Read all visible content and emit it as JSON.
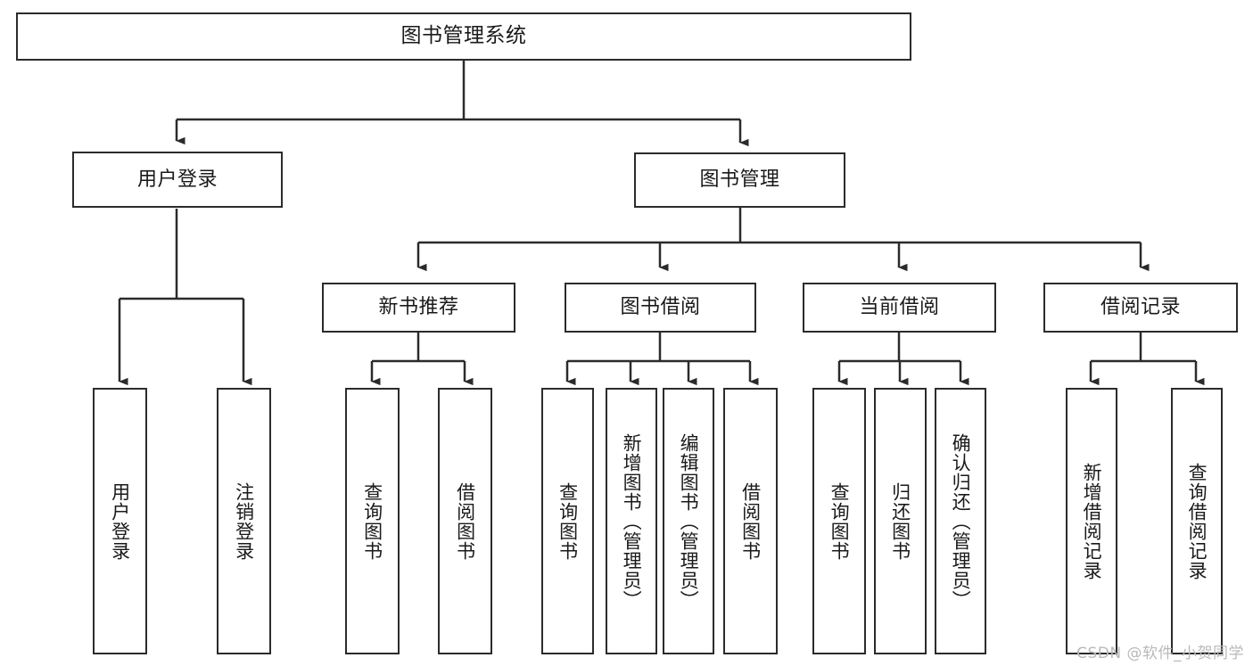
{
  "diagram": {
    "title": "图书管理系统",
    "type": "tree",
    "watermark": "CSDN @软件_小贺同学",
    "colors": {
      "box_border": "#2b2b2b",
      "box_fill": "#ffffff",
      "connector": "#2b2b2b",
      "background": "#ffffff",
      "watermark_text": "#b9b9b9"
    },
    "levels": {
      "root": "图书管理系统",
      "level2": [
        "用户登录",
        "图书管理"
      ],
      "level3": [
        "新书推荐",
        "图书借阅",
        "当前借阅",
        "借阅记录"
      ]
    },
    "nodes": {
      "root": {
        "label": "图书管理系统"
      },
      "user_login": {
        "label": "用户登录"
      },
      "book_manage": {
        "label": "图书管理"
      },
      "new_book_rec": {
        "label": "新书推荐"
      },
      "book_borrow": {
        "label": "图书借阅"
      },
      "current_borrow": {
        "label": "当前借阅"
      },
      "borrow_record": {
        "label": "借阅记录"
      }
    },
    "leaves": {
      "user_login": [
        {
          "label": "用户登录"
        },
        {
          "label": "注销登录"
        }
      ],
      "new_book_rec": [
        {
          "label": "查询图书"
        },
        {
          "label": "借阅图书"
        }
      ],
      "book_borrow": [
        {
          "label": "查询图书"
        },
        {
          "label": "新增图书（管理员）"
        },
        {
          "label": "编辑图书（管理员）"
        },
        {
          "label": "借阅图书"
        }
      ],
      "current_borrow": [
        {
          "label": "查询图书"
        },
        {
          "label": "归还图书"
        },
        {
          "label": "确认归还（管理员）"
        }
      ],
      "borrow_record": [
        {
          "label": "新增借阅记录"
        },
        {
          "label": "查询借阅记录"
        }
      ]
    }
  }
}
